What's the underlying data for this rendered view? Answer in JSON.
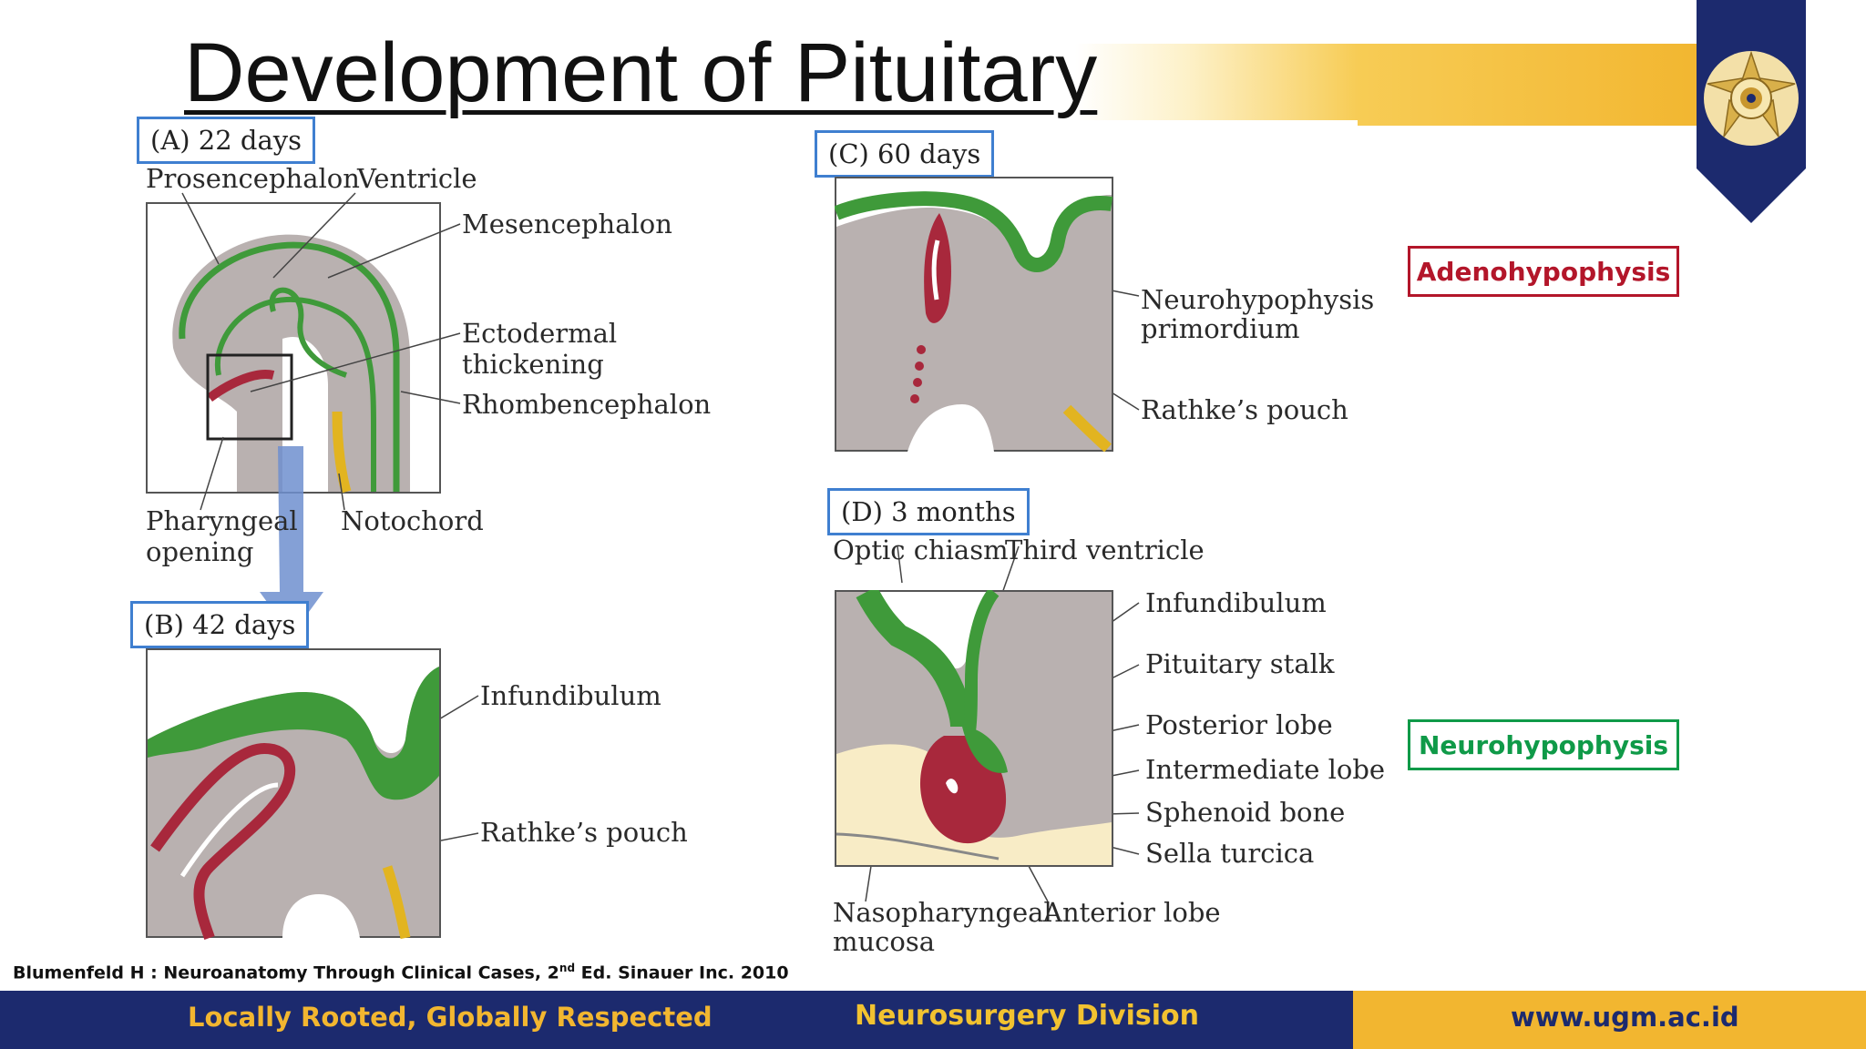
{
  "slide": {
    "title": "Development of Pituitary"
  },
  "panels": {
    "a": {
      "stage": "(A)  22 days",
      "labels": {
        "prosencephalon": "Prosencephalon",
        "ventricle": "Ventricle",
        "mesencephalon": "Mesencephalon",
        "ectodermal_1": "Ectodermal",
        "ectodermal_2": "thickening",
        "rhombencephalon": "Rhombencephalon",
        "pharyngeal_1": "Pharyngeal",
        "pharyngeal_2": "opening",
        "notochord": "Notochord"
      }
    },
    "b": {
      "stage": "(B)  42 days",
      "labels": {
        "infundibulum": "Infundibulum",
        "rathkes_pouch": "Rathke’s pouch"
      }
    },
    "c": {
      "stage": "(C)  60 days",
      "labels": {
        "neurohypophysis_1": "Neurohypophysis",
        "neurohypophysis_2": "primordium",
        "rathkes_pouch": "Rathke’s pouch"
      }
    },
    "d": {
      "stage": "(D)  3 months",
      "labels": {
        "optic_chiasm": "Optic chiasm",
        "third_ventricle": "Third ventricle",
        "infundibulum": "Infundibulum",
        "pituitary_stalk": "Pituitary stalk",
        "posterior_lobe": "Posterior lobe",
        "intermediate_lobe": "Intermediate lobe",
        "sphenoid_bone": "Sphenoid bone",
        "sella_turcica": "Sella turcica",
        "nasopharyngeal_1": "Nasopharyngeal",
        "nasopharyngeal_2": "mucosa",
        "anterior_lobe": "Anterior lobe"
      }
    }
  },
  "tags": {
    "adenohypophysis": "Adenohypophysis",
    "neurohypophysis": "Neurohypophysis"
  },
  "citation": {
    "main": "Blumenfeld H : Neuroanatomy Through Clinical Cases, 2",
    "sup": "nd",
    "tail": " Ed. Sinauer Inc. 2010"
  },
  "footer": {
    "motto": "Locally Rooted, Globally Respected",
    "division": "Neurosurgery Division",
    "url": "www.ugm.ac.id"
  },
  "colors": {
    "navy": "#1c2a6e",
    "gold": "#f2b630",
    "tissue_gray": "#b9b1b0",
    "neural_green": "#3f9a3a",
    "pouch_red": "#a8283c",
    "notochord_yellow": "#e2b420",
    "bone_cream": "#f8ecc6",
    "adeno_red": "#b3162a",
    "neuro_green": "#0f9a48"
  },
  "icons": {
    "crest": "ugm-crest-icon",
    "arrow": "down-arrow-icon"
  }
}
